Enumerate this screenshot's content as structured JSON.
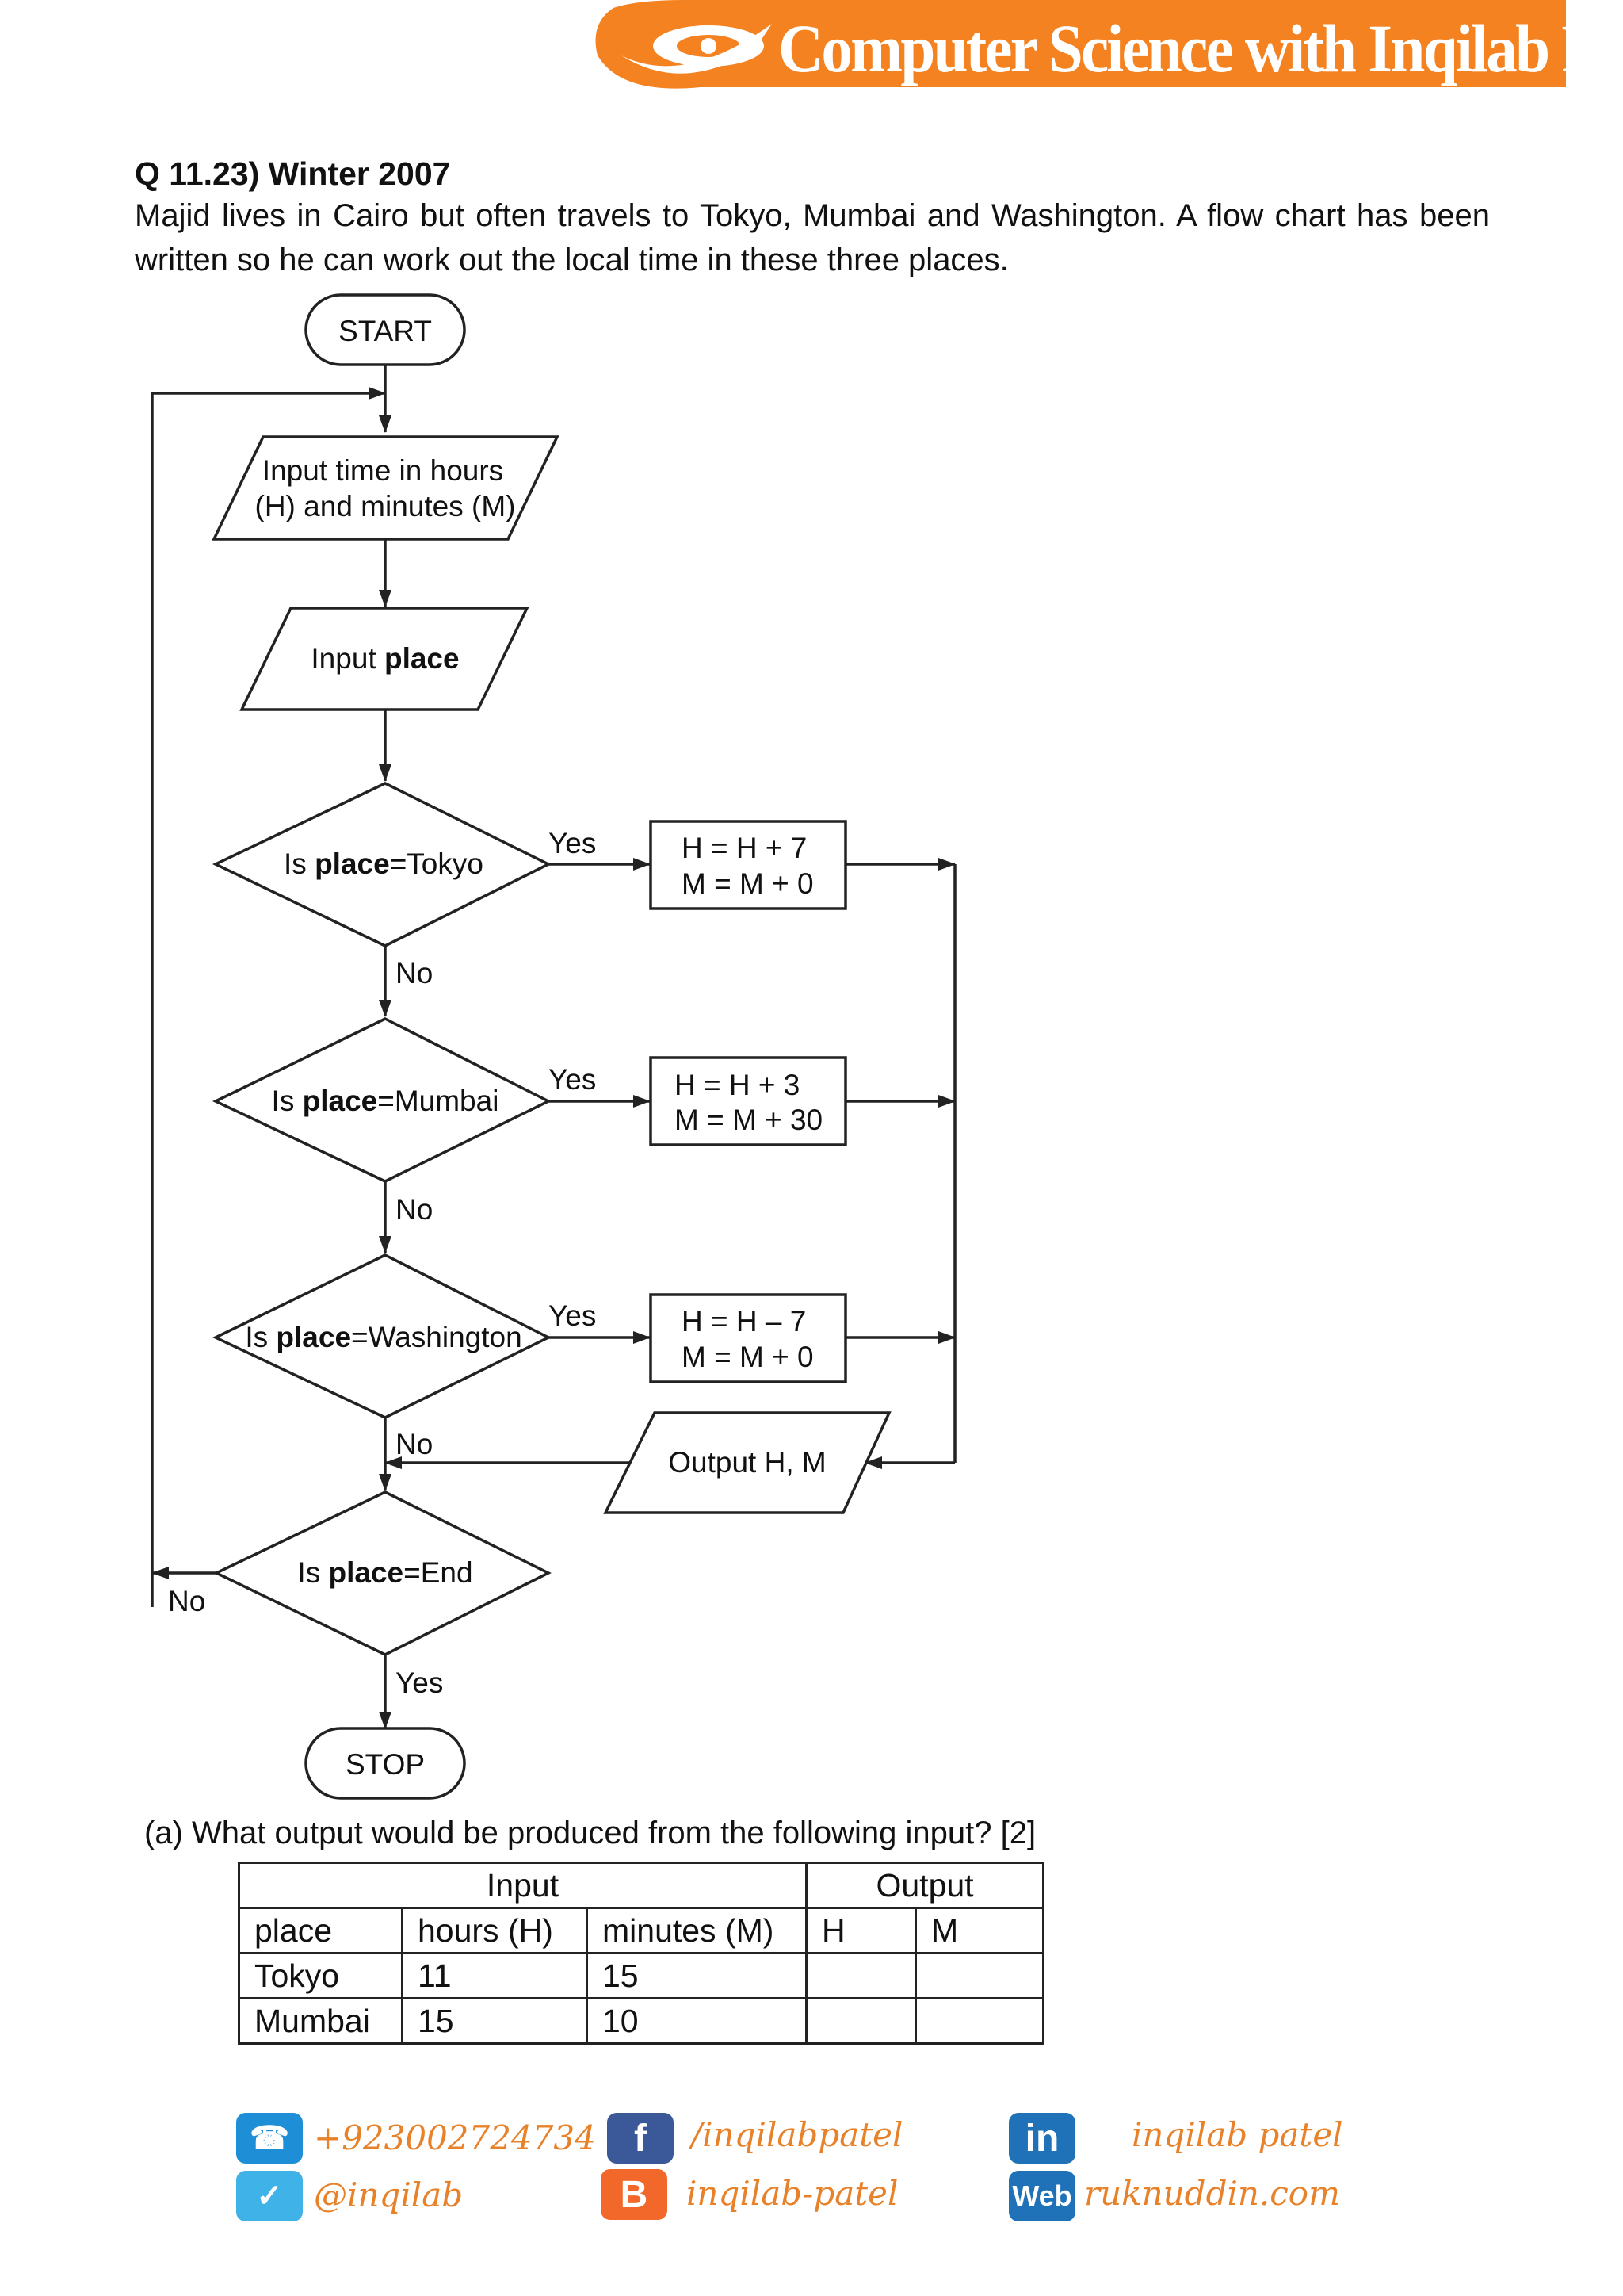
{
  "banner": {
    "title": "Computer Science with Inqilab Patel",
    "color": "#f58220"
  },
  "question": {
    "heading": "Q 11.23) Winter 2007",
    "intro": "Majid lives in Cairo but often travels to Tokyo, Mumbai and Washington. A flow chart has been written so he can work out the local time in these three places."
  },
  "flowchart": {
    "start": "START",
    "input_time_line1": "Input time in hours",
    "input_time_line2": "(H) and minutes (M)",
    "input_place_prefix": "Input ",
    "input_place_bold": "place",
    "tokyo": {
      "prefix": "Is ",
      "bold": "place",
      "suffix": "=Tokyo"
    },
    "mumbai": {
      "prefix": "Is ",
      "bold": "place",
      "suffix": "=Mumbai"
    },
    "washington": {
      "prefix": "Is ",
      "bold": "place",
      "suffix": "=Washington"
    },
    "end": {
      "prefix": "Is ",
      "bold": "place",
      "suffix": "=End"
    },
    "yes": "Yes",
    "no": "No",
    "tokyo_proc_1": "H = H + 7",
    "tokyo_proc_2": "M = M + 0",
    "mumbai_proc_1": "H = H + 3",
    "mumbai_proc_2": "M = M + 30",
    "wash_proc_1": "H = H – 7",
    "wash_proc_2": "M = M + 0",
    "output": "Output H, M",
    "stop": "STOP"
  },
  "part_a": {
    "question": "(a) What output would be produced from the following input? [2]",
    "input_header": "Input",
    "output_header": "Output",
    "columns": [
      "place",
      "hours (H)",
      "minutes (M)",
      "H",
      "M"
    ],
    "rows": [
      [
        "Tokyo",
        "11",
        "15",
        "",
        ""
      ],
      [
        "Mumbai",
        "15",
        "10",
        "",
        ""
      ]
    ]
  },
  "footer": {
    "phone": "+923002724734",
    "twitter": "@inqilab",
    "facebook": "/inqilabpatel",
    "blogger": "inqilab-patel",
    "linkedin": "inqilab patel",
    "web": "ruknuddin.com",
    "icon_phone": "phone-icon",
    "icon_twitter": "twitter-icon",
    "icon_facebook": "facebook-icon",
    "icon_blogger": "blogger-icon",
    "icon_linkedin": "linkedin-icon",
    "icon_web": "web-icon",
    "linkedin_icon_text": "in",
    "facebook_icon_text": "f",
    "blogger_icon_text": "B",
    "web_icon_text": "Web"
  }
}
